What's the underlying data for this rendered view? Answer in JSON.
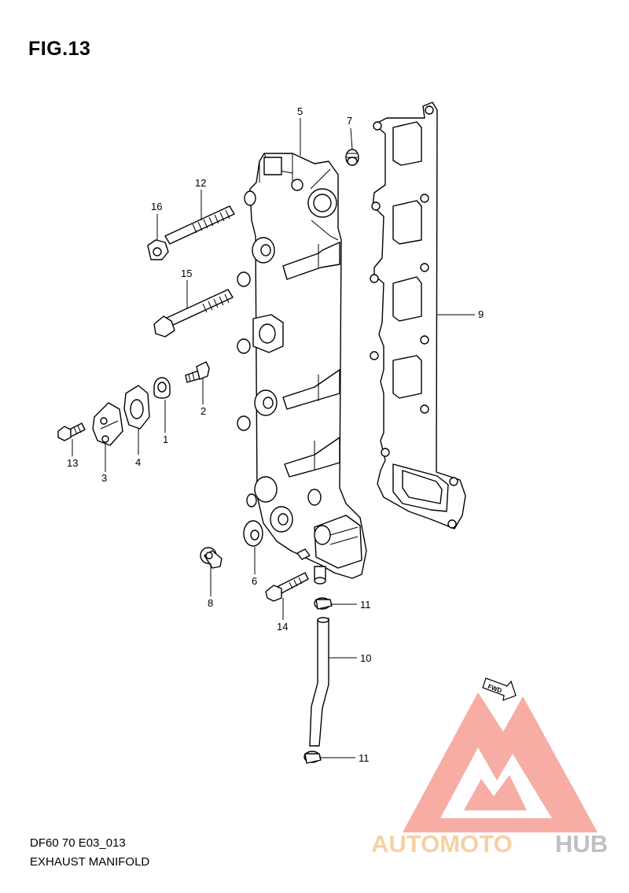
{
  "figure": {
    "title": "FIG.13",
    "code": "DF60 70 E03_013",
    "name": "EXHAUST MANIFOLD"
  },
  "callouts": {
    "c1": "1",
    "c2": "2",
    "c3": "3",
    "c4": "4",
    "c5": "5",
    "c6": "6",
    "c7": "7",
    "c8": "8",
    "c9": "9",
    "c10": "10",
    "c11a": "11",
    "c11b": "11",
    "c12": "12",
    "c13": "13",
    "c14": "14",
    "c15": "15",
    "c16": "16"
  },
  "fwd_label": "FWD",
  "watermark": {
    "part1": "AUTOMOTO",
    "part2": "HUB",
    "color_primary": "#f7a8a0",
    "color_text": "#f6cfa0",
    "color_grey": "#bdbdbd"
  }
}
